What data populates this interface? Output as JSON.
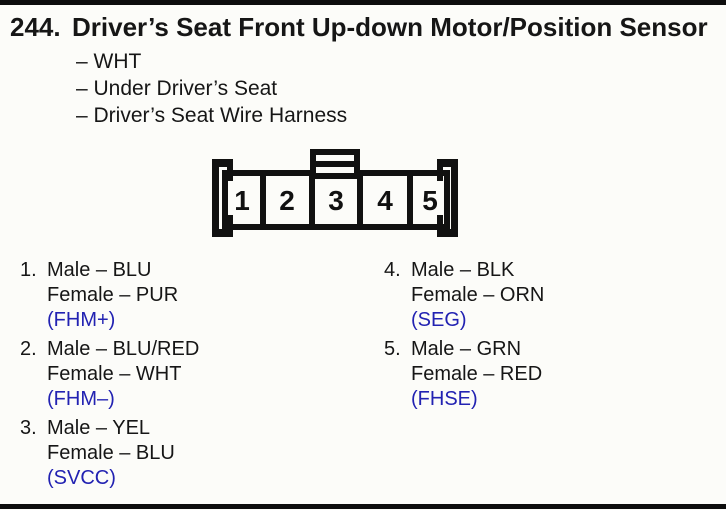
{
  "section": {
    "number": "244.",
    "title": "Driver’s Seat Front Up-down Motor/Position Sensor",
    "bullets": [
      "– WHT",
      "– Under Driver’s Seat",
      "– Driver’s Seat Wire Harness"
    ]
  },
  "connector": {
    "description": "5-cavity connector, front view, with top latch tab",
    "pins": [
      "1",
      "2",
      "3",
      "4",
      "5"
    ]
  },
  "pin_details": {
    "left": [
      {
        "number": "1.",
        "male": "Male – BLU",
        "female": "Female – PUR",
        "signal": "(FHM+)"
      },
      {
        "number": "2.",
        "male": "Male – BLU/RED",
        "female": "Female – WHT",
        "signal": "(FHM–)"
      },
      {
        "number": "3.",
        "male": "Male – YEL",
        "female": "Female – BLU",
        "signal": "(SVCC)"
      }
    ],
    "right": [
      {
        "number": "4.",
        "male": "Male – BLK",
        "female": "Female – ORN",
        "signal": "(SEG)"
      },
      {
        "number": "5.",
        "male": "Male – GRN",
        "female": "Female – RED",
        "signal": "(FHSE)"
      }
    ]
  },
  "colors": {
    "signal_link_blue": "#2222b2",
    "text_black": "#161616",
    "rule_black": "#0d0d0d",
    "page_background": "#fcfcf9"
  }
}
